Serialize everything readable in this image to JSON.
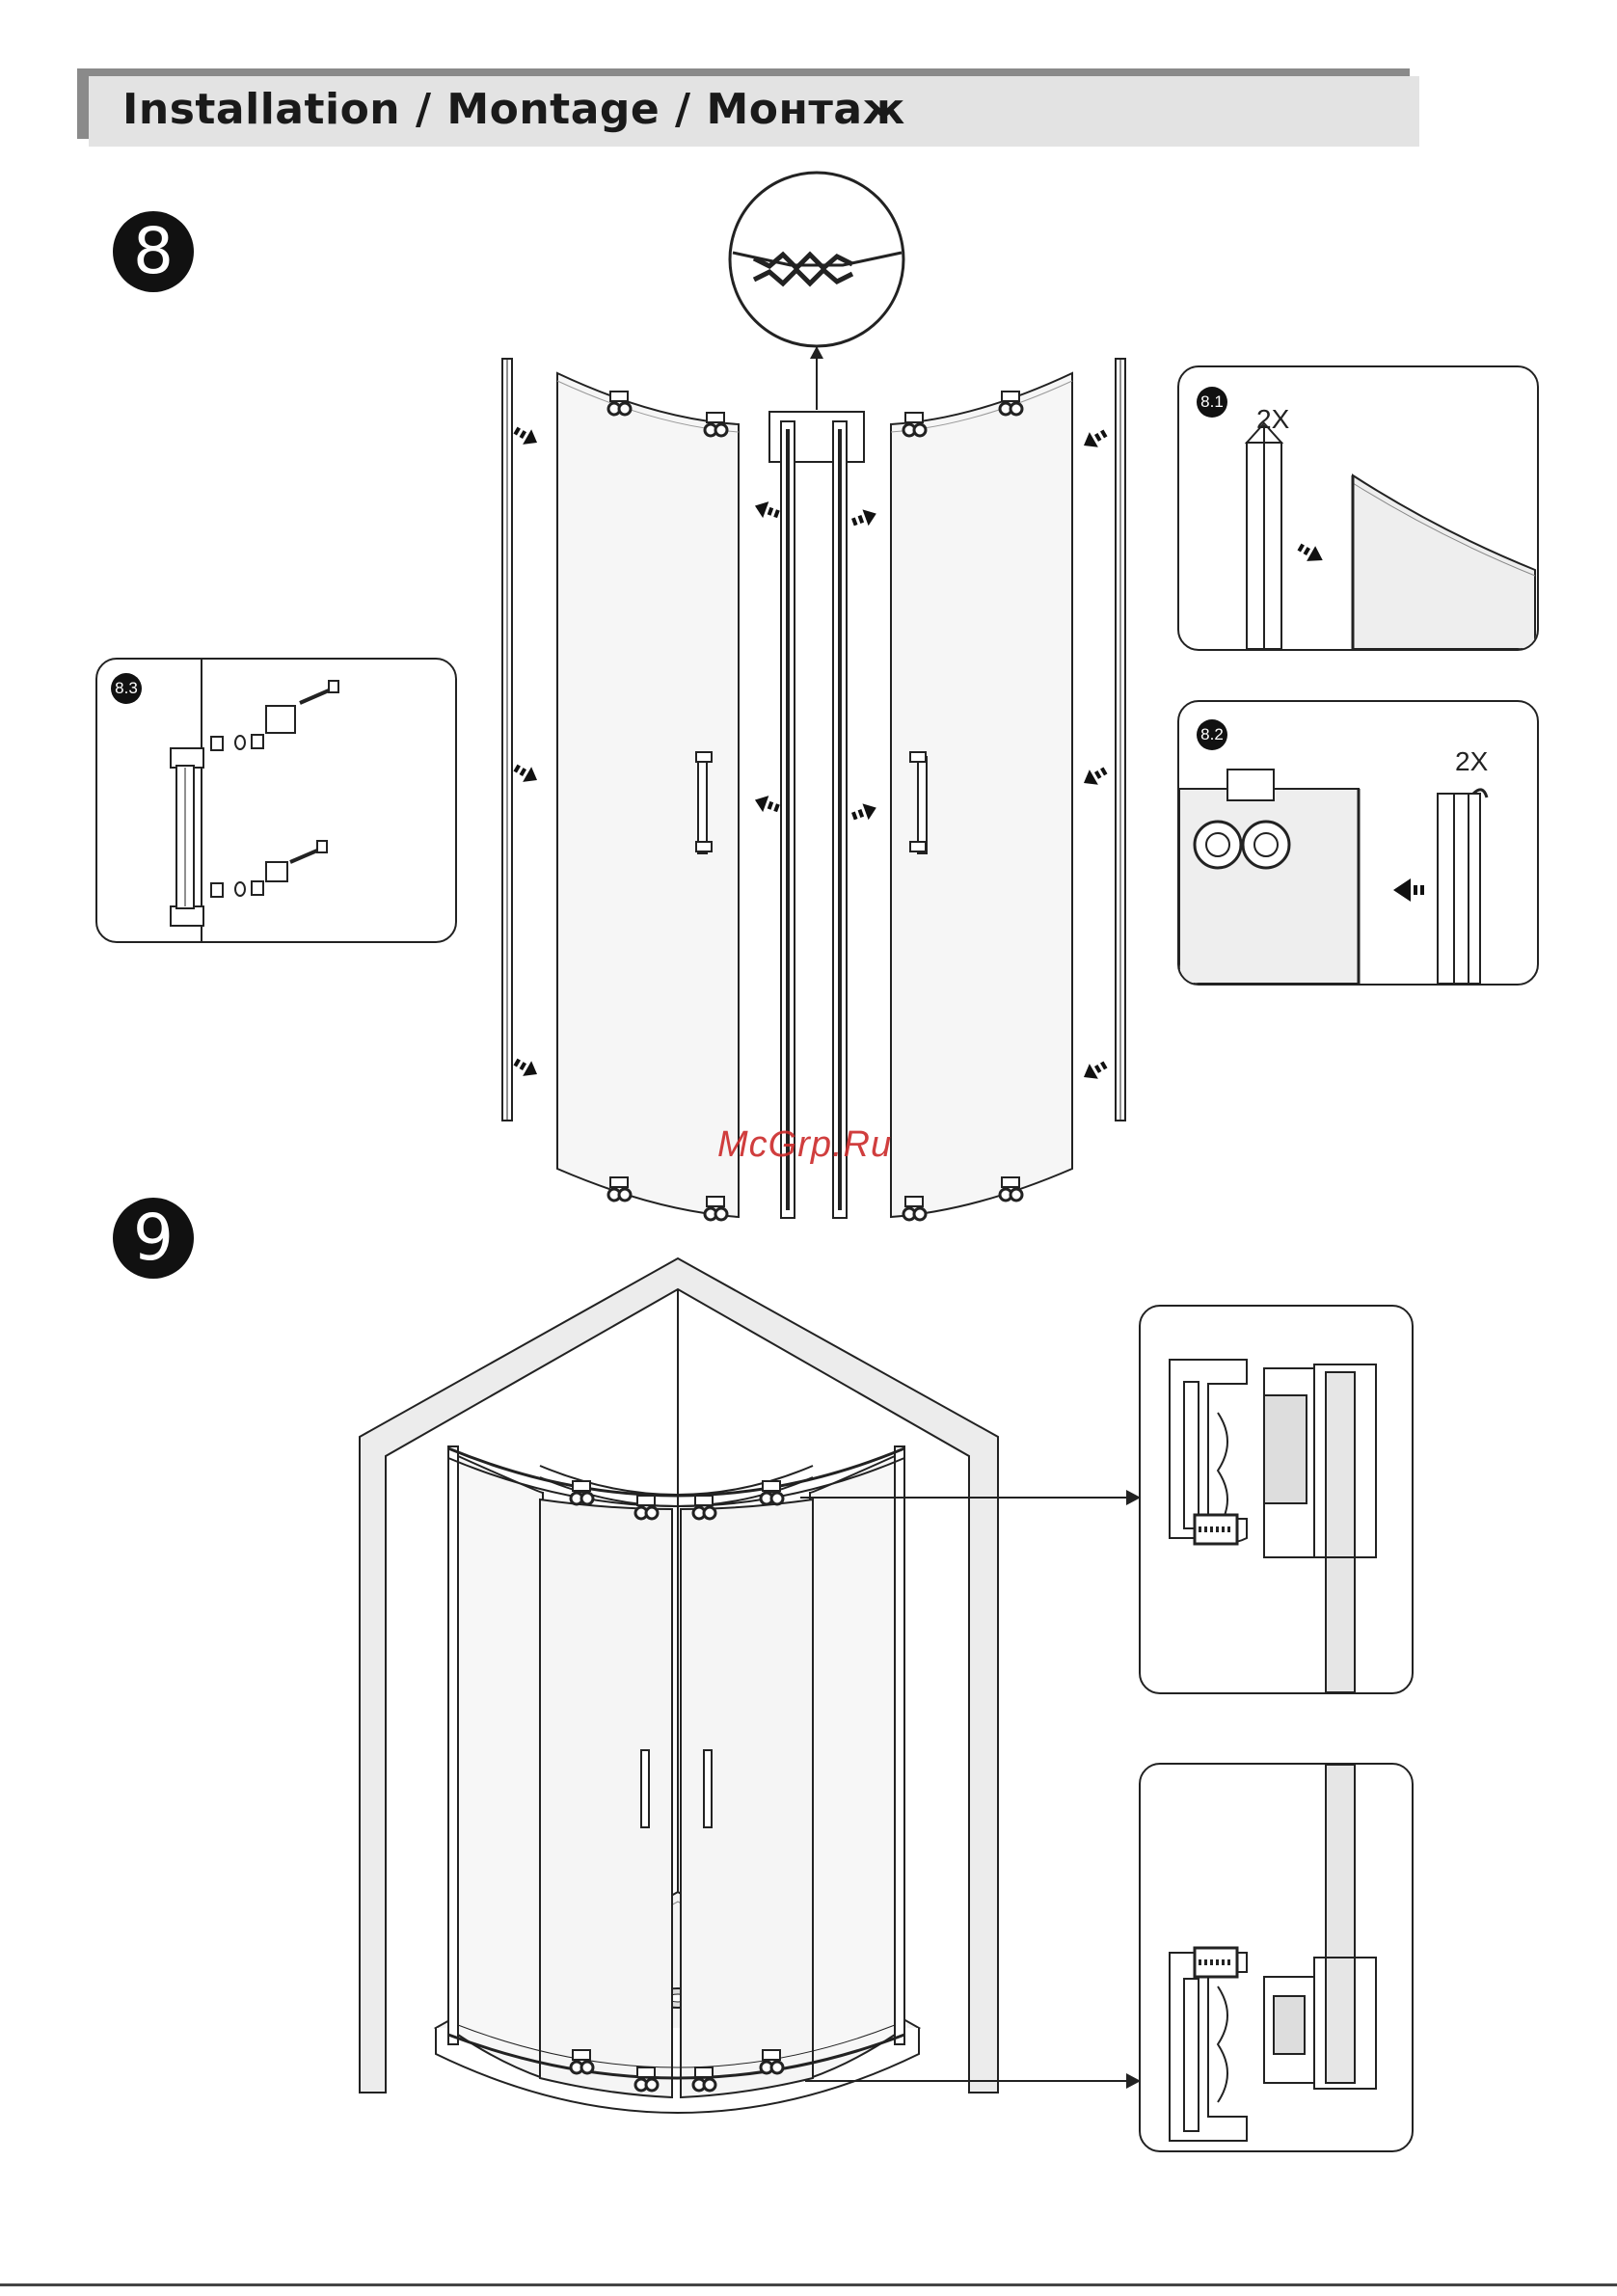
{
  "header": {
    "title": "Installation / Montage / Монтаж"
  },
  "steps": [
    {
      "number": "8"
    },
    {
      "number": "9"
    }
  ],
  "details": [
    {
      "label": "8.1",
      "qty": "2X"
    },
    {
      "label": "8.2",
      "qty": "2X"
    },
    {
      "label": "8.3"
    }
  ],
  "watermark": "McGrp.Ru"
}
